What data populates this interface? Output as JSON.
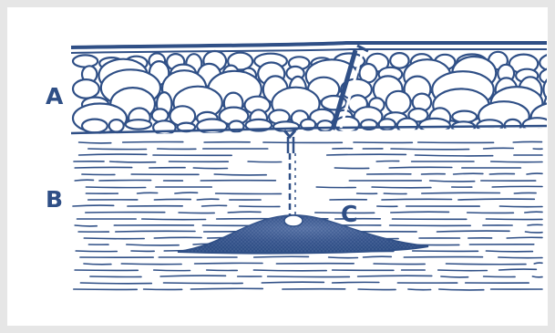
{
  "labels": {
    "a": "A",
    "b": "B",
    "c": "C"
  },
  "colors": {
    "ink": "#2f4f86",
    "frame": "#e6e6e6",
    "paper": "#ffffff"
  }
}
